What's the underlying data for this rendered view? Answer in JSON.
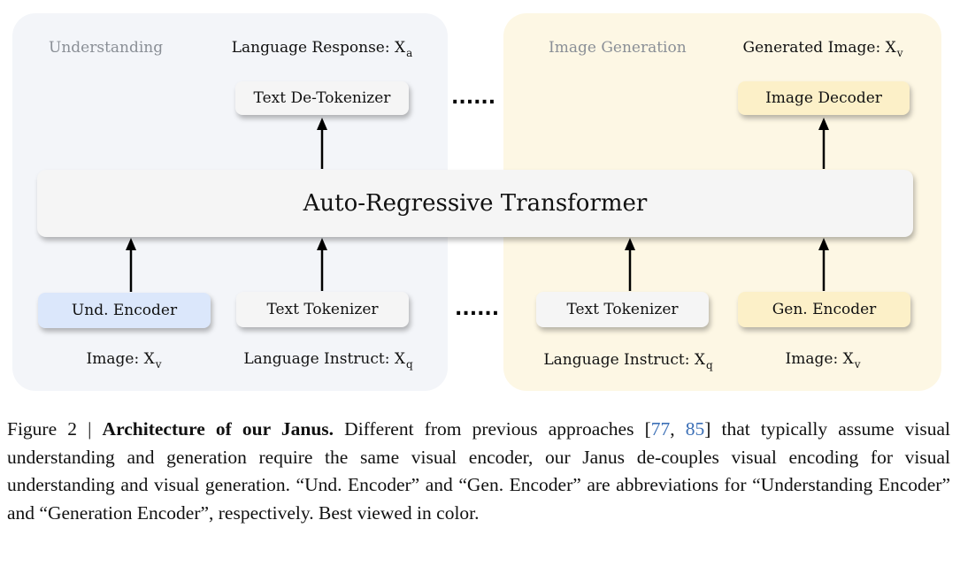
{
  "understanding": {
    "title": "Understanding",
    "output_label": "Language Response: X",
    "output_sub": "a",
    "detokenizer": "Text De-Tokenizer",
    "und_encoder": "Und. Encoder",
    "text_tokenizer": "Text Tokenizer",
    "image_input_label": "Image: X",
    "image_input_sub": "v",
    "text_input_label": "Language Instruct: X",
    "text_input_sub": "q"
  },
  "generation": {
    "title": "Image Generation",
    "output_label": "Generated Image: X",
    "output_sub": "v",
    "decoder": "Image Decoder",
    "text_tokenizer": "Text Tokenizer",
    "gen_encoder": "Gen. Encoder",
    "text_input_label": "Language Instruct: X",
    "text_input_sub": "q",
    "image_input_label": "Image: X",
    "image_input_sub": "v"
  },
  "transformer_label": "Auto-Regressive Transformer",
  "ellipsis": "......",
  "caption": {
    "prefix": "Figure 2 | ",
    "bold": "Architecture of our Janus.",
    "text1": " Different from previous approaches [",
    "cite1": "77",
    "sep": ", ",
    "cite2": "85",
    "text2": "] that typically assume visual understanding and generation require the same visual encoder, our Janus de-couples visual encoding for visual understanding and visual generation. “Und. Encoder” and “Gen. Encoder” are abbreviations for “Understanding Encoder” and “Generation Encoder”, respectively. Best viewed in color."
  },
  "colors": {
    "understanding_panel": "#f3f5f9",
    "generation_panel": "#fdf7e4",
    "und_encoder_box": "#dbe7fb",
    "gen_box": "#fcf0c8",
    "citation": "#3b6fb6"
  }
}
